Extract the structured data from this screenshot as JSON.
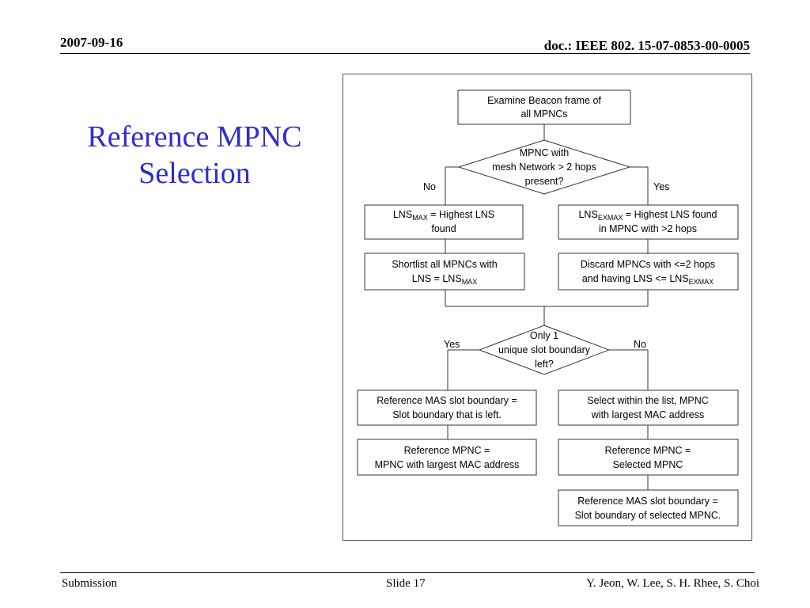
{
  "header": {
    "date": "2007-09-16",
    "doc": "doc.: IEEE 802. 15-07-0853-00-0005"
  },
  "title": {
    "line1": "Reference MPNC",
    "line2": "Selection"
  },
  "flowchart": {
    "start": {
      "line1": "Examine Beacon frame of",
      "line2": "all MPNCs"
    },
    "decision1": {
      "line1": "MPNC with",
      "line2": "mesh Network > 2 hops",
      "line3": "present?"
    },
    "d1_no": "No",
    "d1_yes": "Yes",
    "lns_max_box": {
      "a": "LNS",
      "sub": "MAX",
      "b": " = Highest LNS",
      "line2": "found"
    },
    "lns_exmax_box": {
      "a": "LNS",
      "sub": "EXMAX",
      "b": " = Highest LNS found",
      "line2": "in MPNC with >2 hops"
    },
    "shortlist_box": {
      "line1": "Shortlist all MPNCs with",
      "a": "LNS = LNS",
      "sub": "MAX"
    },
    "discard_box": {
      "line1": "Discard MPNCs with <=2 hops",
      "a": "and having LNS <= LNS",
      "sub": "EXMAX"
    },
    "decision2": {
      "line1": "Only 1",
      "line2": "unique slot boundary",
      "line3": "left?"
    },
    "d2_yes": "Yes",
    "d2_no": "No",
    "ref_mas_left": {
      "line1": "Reference MAS slot boundary =",
      "line2": "Slot boundary that is left."
    },
    "select_list": {
      "line1": "Select within the list, MPNC",
      "line2": "with largest MAC address"
    },
    "ref_mpnc_left": {
      "line1": "Reference MPNC =",
      "line2": "MPNC with largest MAC address"
    },
    "ref_mpnc_right": {
      "line1": "Reference MPNC =",
      "line2": "Selected MPNC"
    },
    "ref_mas_right": {
      "line1": "Reference MAS slot boundary =",
      "line2": "Slot boundary of selected MPNC."
    }
  },
  "footer": {
    "left": "Submission",
    "center": "Slide 17",
    "right": "Y. Jeon, W. Lee, S. H. Rhee, S. Choi"
  }
}
